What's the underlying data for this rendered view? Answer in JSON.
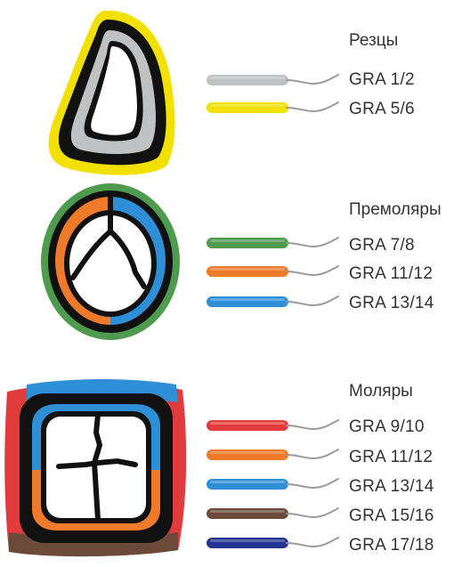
{
  "groups": [
    {
      "heading": "Резцы",
      "instruments": [
        {
          "label": "GRA 1/2",
          "color": "#BFC1C2"
        },
        {
          "label": "GRA 5/6",
          "color": "#F2E000"
        }
      ]
    },
    {
      "heading": "Премоляры",
      "instruments": [
        {
          "label": "GRA 7/8",
          "color": "#4E9A4E"
        },
        {
          "label": "GRA 11/12",
          "color": "#EE7A2A"
        },
        {
          "label": "GRA 13/14",
          "color": "#2F8FD6"
        }
      ]
    },
    {
      "heading": "Моляры",
      "instruments": [
        {
          "label": "GRA 9/10",
          "color": "#E23B3B"
        },
        {
          "label": "GRA 11/12",
          "color": "#EE7A2A"
        },
        {
          "label": "GRA 13/14",
          "color": "#2F8FD6"
        },
        {
          "label": "GRA 15/16",
          "color": "#6B4A3A"
        },
        {
          "label": "GRA 17/18",
          "color": "#23358F"
        }
      ]
    }
  ],
  "colors": {
    "grey": "#BFC1C2",
    "yellow": "#F2E000",
    "green": "#4E9A4E",
    "orange": "#EE7A2A",
    "blue": "#2F8FD6",
    "red": "#E23B3B",
    "brown": "#6B4A3A",
    "navy": "#23358F",
    "outline": "#111111",
    "tip": "#9A9A9A"
  }
}
